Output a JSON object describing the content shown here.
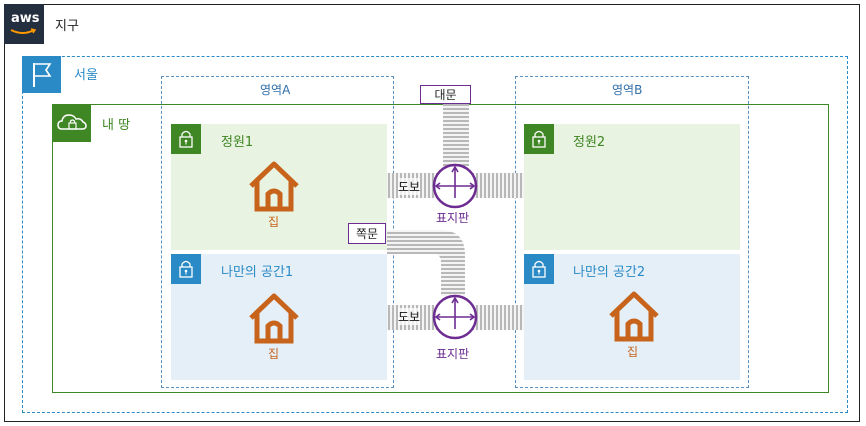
{
  "earth": {
    "label": "지구",
    "logo_text": "aws",
    "logo_icon": "aws-logo"
  },
  "region": {
    "label": "서울",
    "icon": "flag-icon"
  },
  "vpc": {
    "label": "내 땅",
    "icon": "cloud-lock-icon"
  },
  "zones": [
    {
      "label": "영역A"
    },
    {
      "label": "영역B"
    }
  ],
  "subnets": {
    "garden1": {
      "label": "정원1",
      "icon": "lock-icon"
    },
    "private1": {
      "label": "나만의 공간1",
      "icon": "lock-icon"
    },
    "garden2": {
      "label": "정원2",
      "icon": "lock-icon"
    },
    "private2": {
      "label": "나만의 공간2",
      "icon": "lock-icon"
    }
  },
  "houses": [
    {
      "label": "집"
    },
    {
      "label": "집"
    },
    {
      "label": "집"
    }
  ],
  "gates": {
    "main": "대문",
    "side": "쪽문"
  },
  "walkways": [
    {
      "label": "도보"
    },
    {
      "label": "도보"
    }
  ],
  "signposts": [
    {
      "label": "표지판"
    },
    {
      "label": "표지판"
    }
  ],
  "colors": {
    "aws_dark": "#232f3e",
    "region_blue": "#2a8ac6",
    "vpc_green": "#3f8624",
    "garden_bg": "#e9f3e1",
    "private_bg": "#e5eff8",
    "house_orange": "#c7631a",
    "router_purple": "#6c2c91"
  }
}
